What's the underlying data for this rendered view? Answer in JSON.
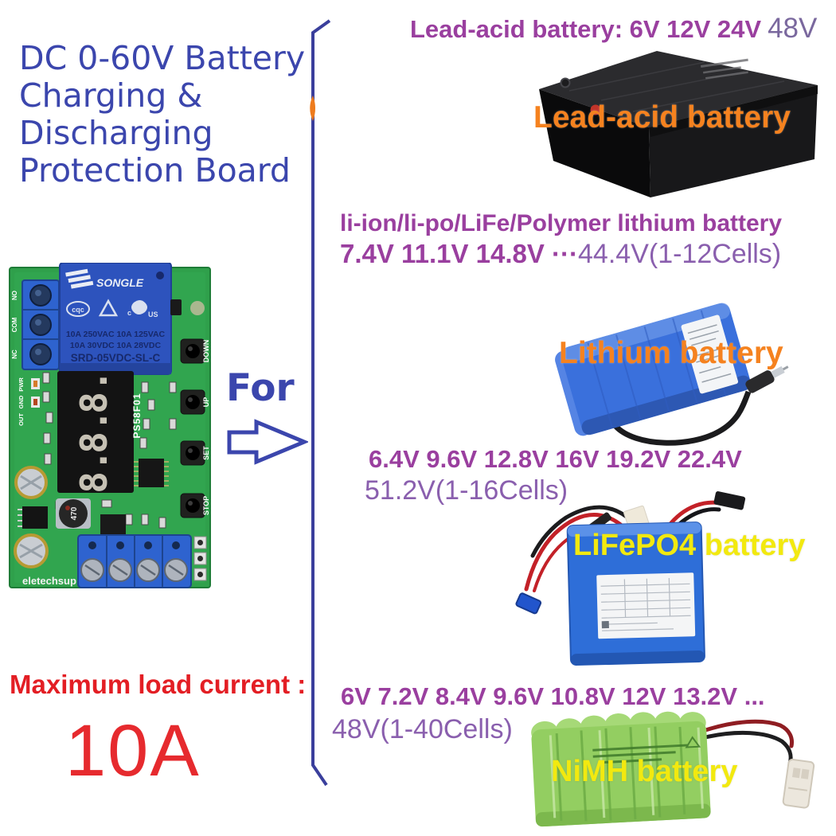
{
  "title_lines": [
    "DC 0-60V Battery",
    "Charging &",
    "Discharging",
    "Protection Board"
  ],
  "for_label": "For",
  "max_load": {
    "label": "Maximum load current :",
    "value": "10A"
  },
  "sections": {
    "lead_acid": {
      "heading_bold": "Lead-acid battery: 6V 12V 24V",
      "heading_light": "48V",
      "overlay": "Lead-acid battery"
    },
    "lithium": {
      "line1": "li-ion/li-po/LiFe/Polymer lithium battery",
      "line2_bold": "7.4V 11.1V 14.8V ···",
      "line2_light": "44.4V(1-12Cells)",
      "overlay": "Lithium battery"
    },
    "lifepo4": {
      "line1": "6.4V 9.6V 12.8V 16V 19.2V 22.4V",
      "line2_light": "51.2V(1-16Cells)",
      "overlay": "LiFePO4 battery"
    },
    "nimh": {
      "line1": "6V 7.2V 8.4V 9.6V 10.8V 12V 13.2V  ...",
      "line2_light": "48V(1-40Cells)",
      "overlay": "NiMH battery"
    }
  },
  "pcb": {
    "relay_brand": "SONGLE",
    "relay_cert_c": "c",
    "relay_cert_us": "US",
    "relay_cert_cqc": "cqc",
    "relay_ratings1": "10A 250VAC  10A 125VAC",
    "relay_ratings2": "10A  30VDC  10A  28VDC",
    "relay_model": "SRD-05VDC-SL-C",
    "buttons": [
      "DOWN",
      "UP",
      "SET",
      "STOP"
    ],
    "relay_terminals": [
      "NO",
      "COM",
      "NC"
    ],
    "io_labels": [
      "PWR",
      "GND",
      "OUT"
    ],
    "mcu_label": "PS58F01",
    "silkscreen_brand": "eletechsup",
    "inductor_value": "470",
    "display_digits": [
      "8.",
      "8.",
      "8."
    ]
  },
  "colors": {
    "title_blue": "#3b46ad",
    "purple_bold": "#9a3f9f",
    "purple_light": "#8a5fae",
    "orange": "#f5821f",
    "yellow": "#f2e90f",
    "red": "#e31e24"
  }
}
